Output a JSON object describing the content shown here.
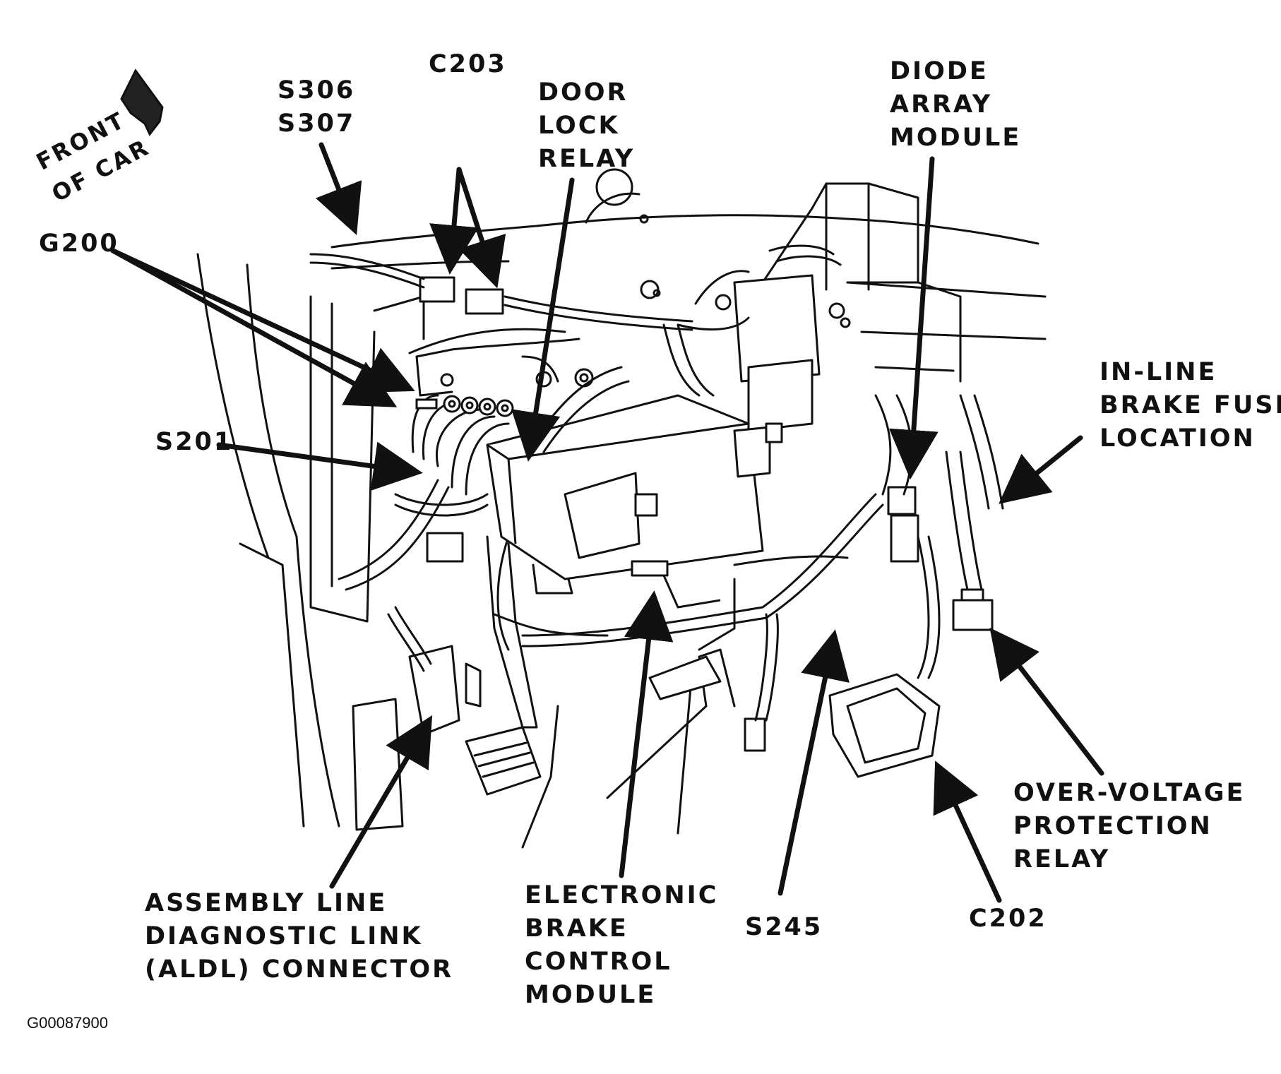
{
  "labels": {
    "front_of_car": [
      "FRONT",
      "OF CAR"
    ],
    "s306_s307": [
      "S306",
      "S307"
    ],
    "c203": [
      "C203"
    ],
    "door_lock_relay": [
      "DOOR",
      "LOCK",
      "RELAY"
    ],
    "diode_array_module": [
      "DIODE",
      "ARRAY",
      "MODULE"
    ],
    "g200": [
      "G200"
    ],
    "s201": [
      "S201"
    ],
    "in_line_brake_fuse": [
      "IN-LINE",
      "BRAKE FUSE",
      "LOCATION"
    ],
    "over_voltage_relay": [
      "OVER-VOLTAGE",
      "PROTECTION",
      "RELAY"
    ],
    "aldl_connector": [
      "ASSEMBLY LINE",
      "DIAGNOSTIC LINK",
      "(ALDL) CONNECTOR"
    ],
    "ebcm": [
      "ELECTRONIC",
      "BRAKE",
      "CONTROL",
      "MODULE"
    ],
    "s245": [
      "S245"
    ],
    "c202": [
      "C202"
    ]
  },
  "figure_id": "G00087900"
}
